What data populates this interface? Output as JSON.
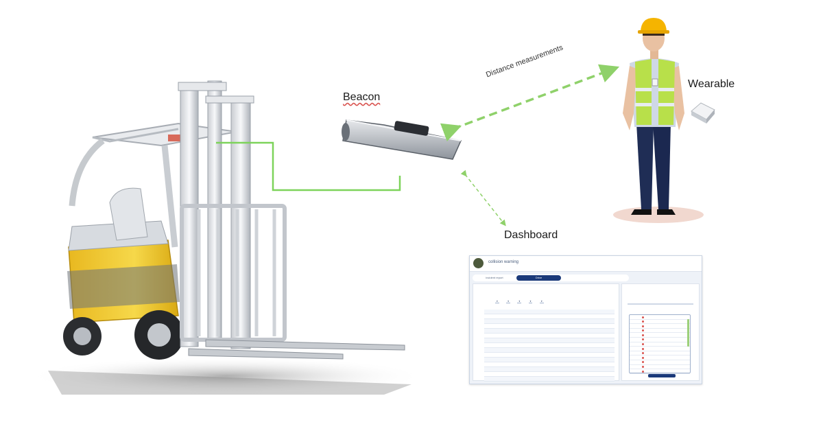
{
  "labels": {
    "beacon": "Beacon",
    "wearable": "Wearable",
    "dashboard": "Dashboard",
    "distance": "Distance measurements"
  },
  "dashboard_screen": {
    "title": "collision warning",
    "tabs": [
      "incident report",
      "Drive"
    ]
  },
  "colors": {
    "link_line": "#7dd35a",
    "arrow": "#8fd16a",
    "safety_vest": "#b8e04a",
    "helmet": "#f5b400",
    "forklift_body": "#f3cf2a",
    "dashboard_accent": "#1b3a7a"
  },
  "icons": [
    "forklift-illustration",
    "beacon-device",
    "worker-illustration",
    "wearable-tag",
    "dashboard-screen"
  ]
}
